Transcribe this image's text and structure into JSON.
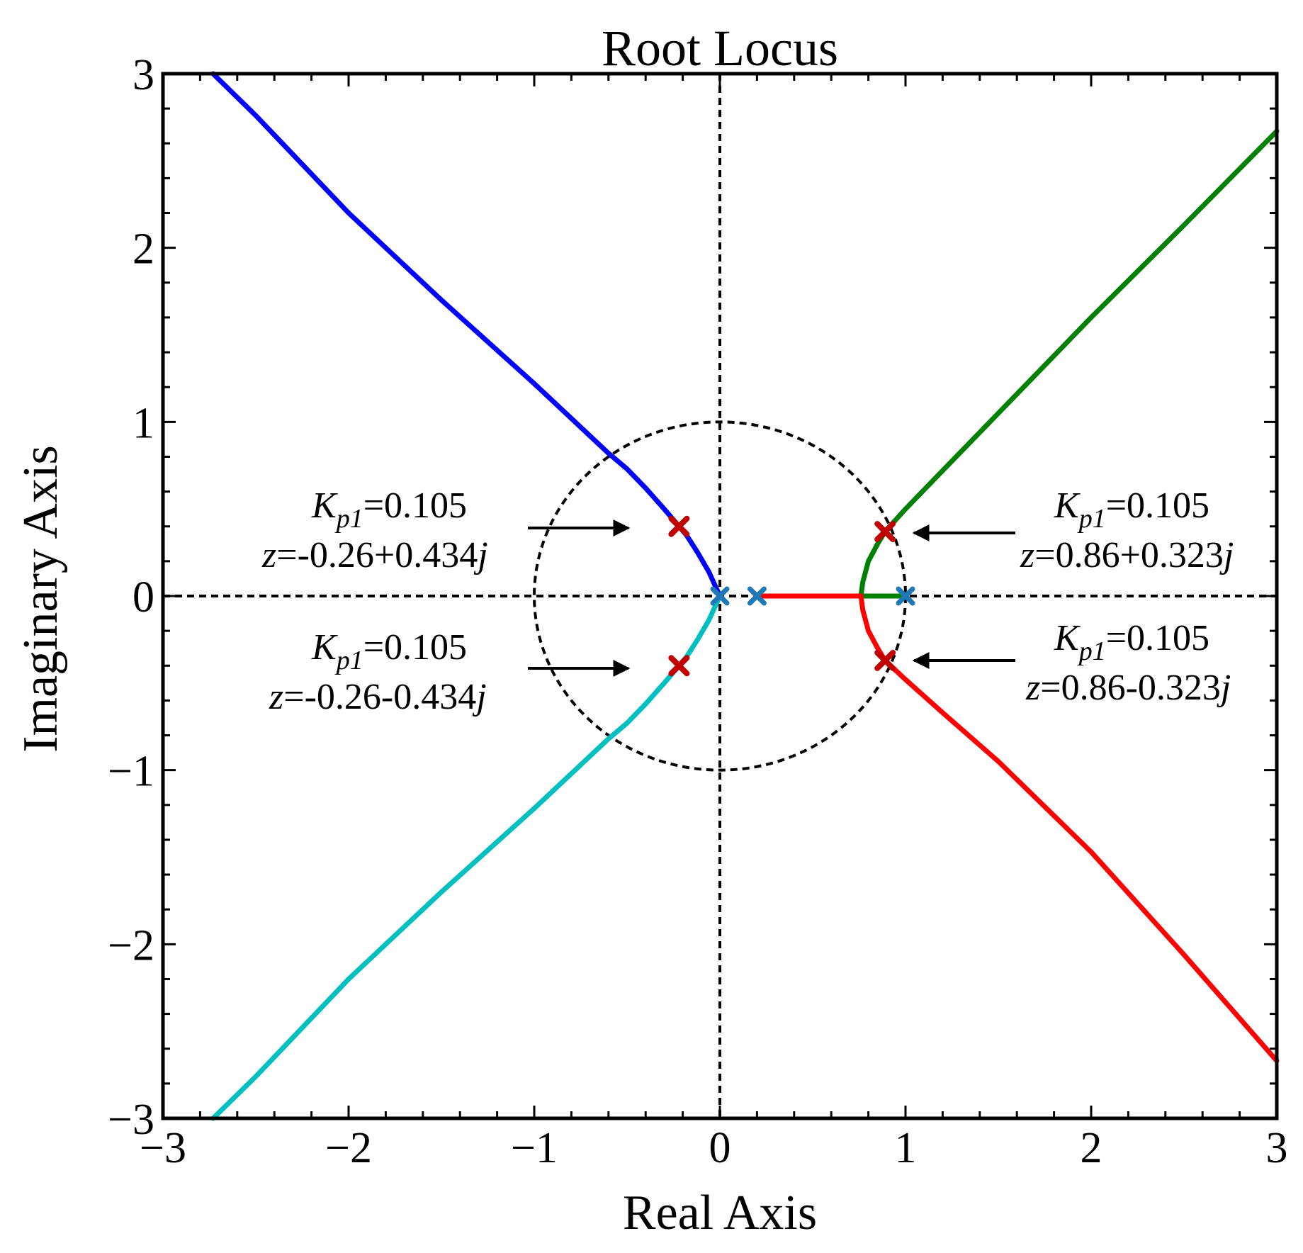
{
  "chart_data": {
    "type": "line",
    "title": "Root Locus",
    "xlabel": "Real Axis",
    "ylabel": "Imaginary Axis",
    "xlim": [
      -3,
      3
    ],
    "ylim": [
      -3,
      3
    ],
    "xticks": [
      -3,
      -2,
      -1,
      0,
      1,
      2,
      3
    ],
    "yticks": [
      -3,
      -2,
      -1,
      0,
      1,
      2,
      3
    ],
    "xtick_labels": [
      "−3",
      "−2",
      "−1",
      "0",
      "1",
      "2",
      "3"
    ],
    "ytick_labels": [
      "−3",
      "−2",
      "−1",
      "0",
      "1",
      "2",
      "3"
    ],
    "grid": false,
    "reference_lines": [
      {
        "kind": "unit-circle",
        "style": "dashed",
        "color": "#000000"
      },
      {
        "kind": "x-axis",
        "style": "dashed",
        "color": "#000000"
      },
      {
        "kind": "y-axis",
        "style": "dashed",
        "color": "#000000"
      }
    ],
    "series": [
      {
        "color": "#0000ff",
        "points": [
          [
            0,
            0
          ],
          [
            -0.06,
            0.14
          ],
          [
            -0.12,
            0.25
          ],
          [
            -0.18,
            0.35
          ],
          [
            -0.22,
            0.4
          ],
          [
            -0.3,
            0.5
          ],
          [
            -0.4,
            0.62
          ],
          [
            -0.5,
            0.73
          ],
          [
            -0.6,
            0.82
          ],
          [
            -0.8,
            1.02
          ],
          [
            -1.0,
            1.22
          ],
          [
            -1.5,
            1.7
          ],
          [
            -2.0,
            2.2
          ],
          [
            -2.5,
            2.76
          ],
          [
            -2.73,
            3.0
          ]
        ]
      },
      {
        "color": "#00bfbf",
        "points": [
          [
            0,
            0
          ],
          [
            -0.06,
            -0.14
          ],
          [
            -0.12,
            -0.25
          ],
          [
            -0.18,
            -0.35
          ],
          [
            -0.22,
            -0.4
          ],
          [
            -0.3,
            -0.5
          ],
          [
            -0.4,
            -0.62
          ],
          [
            -0.5,
            -0.73
          ],
          [
            -0.6,
            -0.82
          ],
          [
            -0.8,
            -1.02
          ],
          [
            -1.0,
            -1.22
          ],
          [
            -1.5,
            -1.7
          ],
          [
            -2.0,
            -2.2
          ],
          [
            -2.5,
            -2.76
          ],
          [
            -2.73,
            -3.0
          ]
        ]
      },
      {
        "color": "#008000",
        "points": [
          [
            1.0,
            0
          ],
          [
            0.76,
            0
          ],
          [
            0.77,
            0.08
          ],
          [
            0.8,
            0.2
          ],
          [
            0.85,
            0.3
          ],
          [
            0.89,
            0.37
          ],
          [
            1.0,
            0.5
          ],
          [
            1.2,
            0.72
          ],
          [
            1.5,
            1.05
          ],
          [
            2.0,
            1.6
          ],
          [
            2.5,
            2.13
          ],
          [
            3.0,
            2.67
          ]
        ]
      },
      {
        "color": "#ff0000",
        "points": [
          [
            0.2,
            0
          ],
          [
            0.76,
            0
          ],
          [
            0.77,
            -0.08
          ],
          [
            0.8,
            -0.2
          ],
          [
            0.85,
            -0.3
          ],
          [
            0.89,
            -0.37
          ],
          [
            1.0,
            -0.48
          ],
          [
            1.2,
            -0.67
          ],
          [
            1.5,
            -0.95
          ],
          [
            2.0,
            -1.47
          ],
          [
            2.5,
            -2.06
          ],
          [
            3.0,
            -2.67
          ]
        ]
      }
    ],
    "open_loop_poles": {
      "color": "#1f77b4",
      "points": [
        [
          0,
          0
        ],
        [
          0.2,
          0
        ],
        [
          1.0,
          0
        ]
      ]
    },
    "highlighted_points": {
      "color": "#c00000",
      "points": [
        [
          -0.22,
          0.4
        ],
        [
          -0.22,
          -0.4
        ],
        [
          0.89,
          0.37
        ],
        [
          0.89,
          -0.37
        ]
      ]
    },
    "annotations": [
      {
        "line1": "K",
        "sub": "p1",
        "line1_rest": "=0.105",
        "line2_var": "z",
        "line2_rest": "=-0.26+0.434",
        "line2_j": "j",
        "arrow_direction": "right"
      },
      {
        "line1": "K",
        "sub": "p1",
        "line1_rest": "=0.105",
        "line2_var": "z",
        "line2_rest": "=-0.26-0.434",
        "line2_j": "j",
        "arrow_direction": "right"
      },
      {
        "line1": "K",
        "sub": "p1",
        "line1_rest": "=0.105",
        "line2_var": "z",
        "line2_rest": "=0.86+0.323",
        "line2_j": "j",
        "arrow_direction": "left"
      },
      {
        "line1": "K",
        "sub": "p1",
        "line1_rest": "=0.105",
        "line2_var": "z",
        "line2_rest": "=0.86-0.323",
        "line2_j": "j",
        "arrow_direction": "left"
      }
    ]
  }
}
